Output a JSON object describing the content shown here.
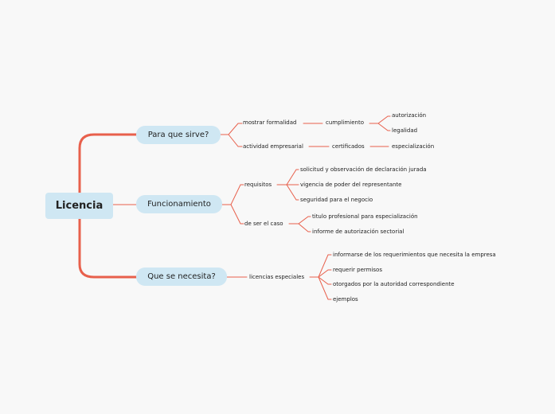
{
  "central": "Licencia",
  "branches": [
    {
      "label": "Para que sirve?",
      "children": [
        {
          "label": "mostrar formalidad",
          "children": [
            {
              "label": "cumplimiento",
              "children": [
                {
                  "label": "autorización"
                },
                {
                  "label": "legalidad"
                }
              ]
            }
          ]
        },
        {
          "label": "actividad empresarial",
          "children": [
            {
              "label": "certificados",
              "children": [
                {
                  "label": "especialización"
                }
              ]
            }
          ]
        }
      ]
    },
    {
      "label": "Funcionamiento",
      "children": [
        {
          "label": "requisitos",
          "children": [
            {
              "label": "solicitud y observación de declaración jurada"
            },
            {
              "label": "vigencia de poder del representante"
            },
            {
              "label": "seguridad para el negocio"
            }
          ]
        },
        {
          "label": "de ser el caso",
          "children": [
            {
              "label": "titulo profesional para especialización"
            },
            {
              "label": "informe de autorización sectorial"
            }
          ]
        }
      ]
    },
    {
      "label": "Que se necesita?",
      "children": [
        {
          "label": "licencias especiales",
          "children": [
            {
              "label": "informarse de los requerimientos que necesita la empresa"
            },
            {
              "label": "requerir permisos"
            },
            {
              "label": "otorgados por la autoridad correspondiente"
            },
            {
              "label": "ejemplos"
            }
          ]
        }
      ]
    }
  ],
  "colors": {
    "connector": "#e8604c",
    "node_fill": "#cfe7f3",
    "background": "#f8f8f8"
  }
}
